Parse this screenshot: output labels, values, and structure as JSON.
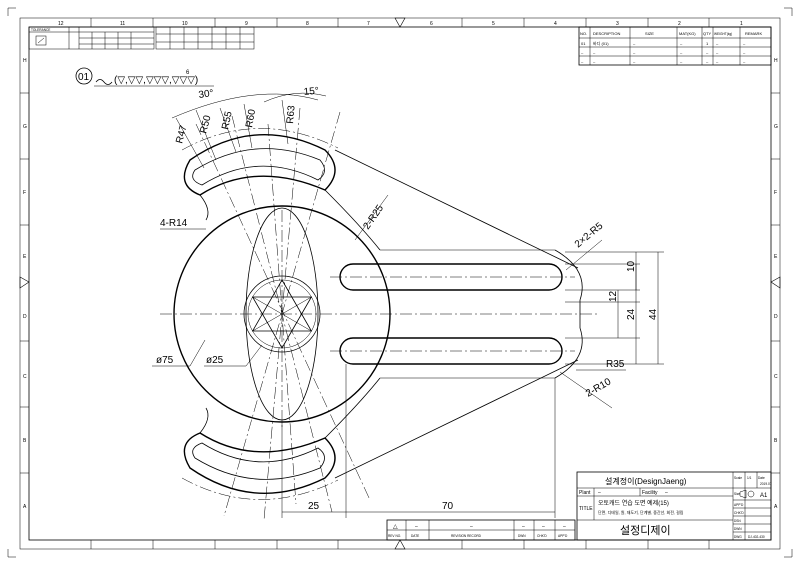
{
  "drawing": {
    "view_label": "01",
    "surface_finish": "(▽,▽▽,▽▽▽,▽▽▽)",
    "surface_finish_sup": "6",
    "dims": {
      "a30": "30°",
      "a15": "15°",
      "r47": "R47",
      "r50": "R50",
      "r55": "R55",
      "r60": "R60",
      "r63": "R63",
      "r14": "4-R14",
      "r25": "2-R25",
      "r5": "2×2-R5",
      "d10": "10",
      "d12": "12",
      "d24": "24",
      "d44": "44",
      "r35": "R35",
      "r10": "2-R10",
      "phi75": "ø75",
      "phi25": "ø25",
      "d25": "25",
      "d70": "70"
    }
  },
  "parts_list": {
    "headers": [
      "NO.",
      "DESCRIPTION",
      "SIZE",
      "MAT(KG)",
      "QTY",
      "WEIGHT(kg)",
      "REMARK"
    ],
    "rows": [
      [
        "01",
        "바디 (01)",
        "–",
        "–",
        "1",
        "–",
        "–"
      ],
      [
        "–",
        "–",
        "–",
        "–",
        "–",
        "–",
        "–"
      ],
      [
        "–",
        "–",
        "–",
        "–",
        "–",
        "–",
        "–"
      ]
    ]
  },
  "title_block": {
    "company": "설계정이(DesignJaeng)",
    "plant_label": "Plant",
    "plant_value": "–",
    "facility_label": "Facility",
    "facility_value": "–",
    "title_label": "TITLE",
    "title_line1": "오토캐드 연습 도면 예제(15)",
    "title_line2": "단면, 디테일, 원, 재도기, 단계별, 중간선, 회전, 걸림",
    "scale_label": "Scale",
    "scale_value": "1/1",
    "date_label": "Date",
    "date_value": "2019.07",
    "size_label": "Size",
    "size_value": "A1",
    "approved": "APP'D",
    "checked": "CHK'D",
    "design": "DSN",
    "drawn": "DWN",
    "dwg_label": "DWG",
    "dwg_no": "DJ-402-430",
    "signature": "설정디제이"
  },
  "revision": {
    "symbol": "△",
    "headers": [
      "REV NO.",
      "DATE",
      "REVISION RECORD",
      "DWN",
      "CHK'D",
      "APP'D"
    ],
    "row": [
      "–",
      "–",
      "–",
      "–",
      "–"
    ]
  },
  "tolerance": {
    "label": "TOLERANCE"
  },
  "grid": {
    "columns": [
      "12",
      "11",
      "10",
      "9",
      "8",
      "7",
      "6",
      "5",
      "4",
      "3",
      "2",
      "1"
    ],
    "rows": [
      "H",
      "G",
      "F",
      "E",
      "D",
      "C",
      "B",
      "A"
    ]
  }
}
